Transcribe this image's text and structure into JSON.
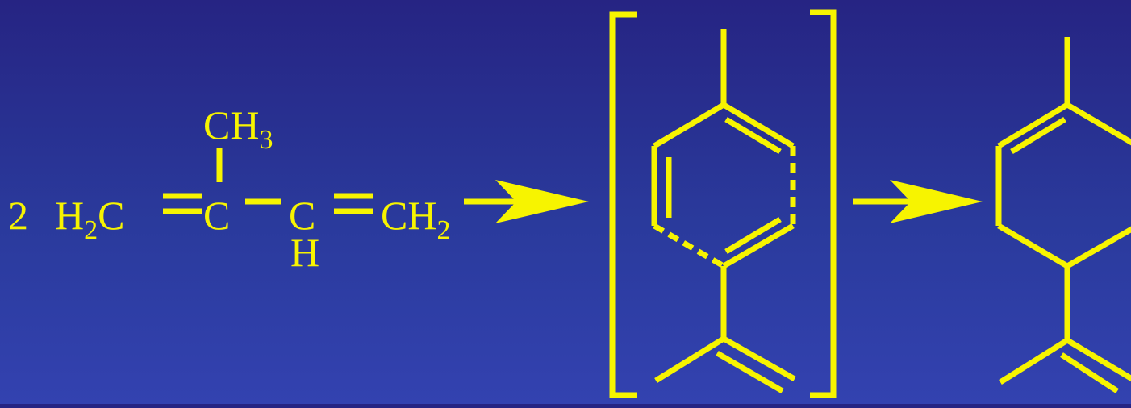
{
  "colors": {
    "background_top": "#262483",
    "background_bottom": "#3342b0",
    "ink": "#f7f400"
  },
  "reactant": {
    "coefficient": "2",
    "h2c": {
      "main": "H",
      "sub": "2",
      "tail": "C"
    },
    "c2": "C",
    "c3": "C",
    "ch3": {
      "main": "CH",
      "sub": "3"
    },
    "h": "H",
    "ch2": {
      "main": "CH",
      "sub": "2"
    }
  }
}
